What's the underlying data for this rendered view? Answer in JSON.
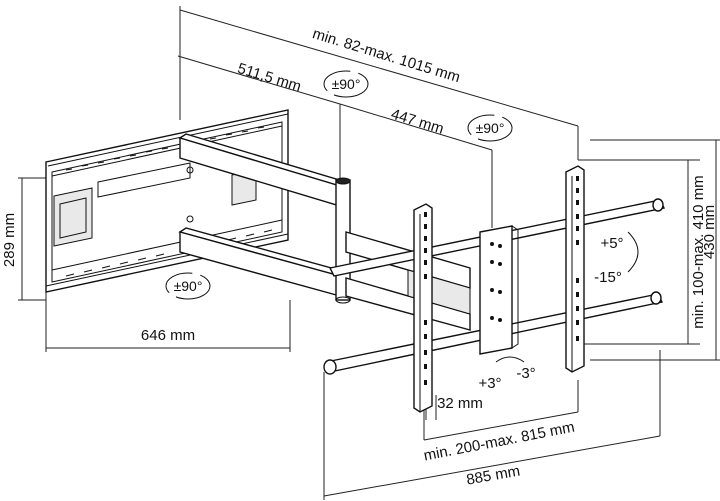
{
  "dimensions": {
    "total_depth": "min. 82-max. 1015 mm",
    "arm1_length": "511,5 mm",
    "arm2_length": "447 mm",
    "plate_height": "289 mm",
    "plate_width": "646 mm",
    "vesa_vertical": "min. 100-max. 410 mm",
    "total_height": "430 mm",
    "vesa_horizontal": "min. 200-max. 815 mm",
    "total_width": "885 mm",
    "rail_width": "32 mm"
  },
  "rotations": {
    "arm_joint_1": "±90°",
    "arm_joint_2": "±90°",
    "wall_swivel": "±90°",
    "tilt_up": "+5°",
    "tilt_down": "-15°",
    "level_plus": "+3°",
    "level_minus": "-3°"
  }
}
